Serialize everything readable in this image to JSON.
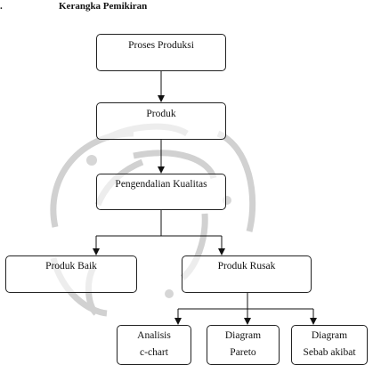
{
  "heading": {
    "number": ".",
    "title": "Kerangka Pemikiran"
  },
  "nodes": {
    "proses_produksi": "Proses Produksi",
    "produk": "Produk",
    "pengendalian_kualitas": "Pengendalian Kualitas",
    "produk_baik": "Produk Baik",
    "produk_rusak": "Produk Rusak",
    "analisis": {
      "line1": "Analisis",
      "line2": "c-chart"
    },
    "diagram_pareto": {
      "line1": "Diagram",
      "line2": "Pareto"
    },
    "diagram_sebab_akibat": {
      "line1": "Diagram",
      "line2": "Sebab akibat"
    }
  }
}
